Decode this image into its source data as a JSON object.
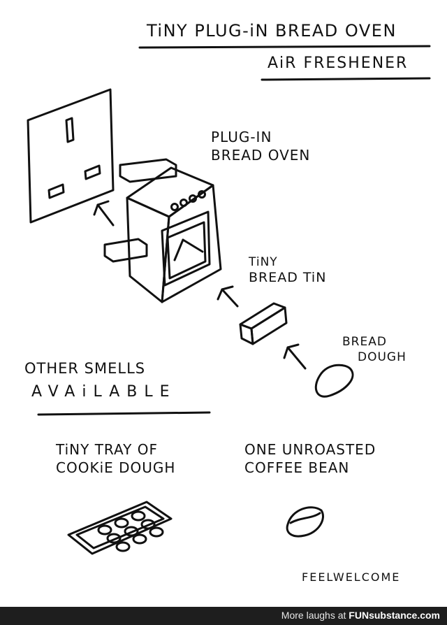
{
  "title": "TiNY PLUG-iN BREAD OVEN",
  "subtitle": "AiR FRESHENER",
  "labels": {
    "oven_line1": "PLUG-IN",
    "oven_line2": "BREAD OVEN",
    "tin_line1": "TiNY",
    "tin_line2": "BREAD TiN",
    "dough_line1": "BREAD",
    "dough_line2": "DOUGH"
  },
  "other_smells": {
    "heading_line1": "OTHER SMELLS",
    "heading_line2": "AVAiLABLE",
    "option1_line1": "TiNY TRAY OF",
    "option1_line2": "COOKiE DOUGH",
    "option2_line1": "ONE UNROASTED",
    "option2_line2": "COFFEE BEAN"
  },
  "credit": "FEELWELCOME",
  "footer": {
    "prefix": "More laughs at",
    "brand": "FUNsubstance.com"
  },
  "icons": [
    "wall-socket-icon",
    "bread-oven-icon",
    "bread-tin-icon",
    "bread-dough-icon",
    "cookie-tray-icon",
    "coffee-bean-icon",
    "arrow-icon"
  ]
}
